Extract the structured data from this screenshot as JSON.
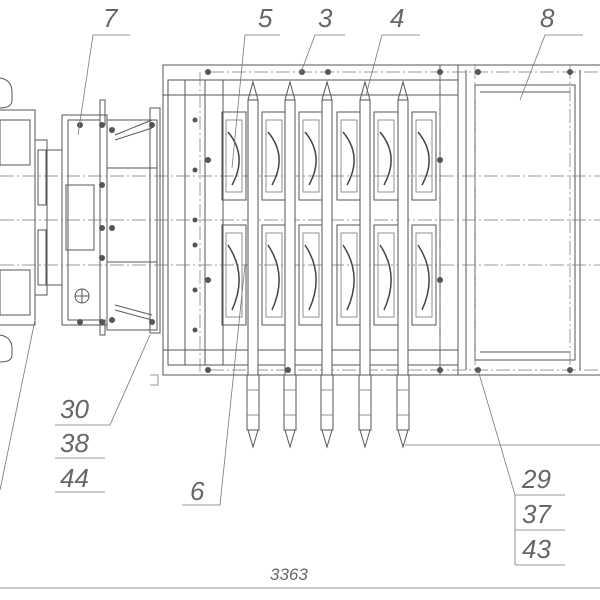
{
  "labels": {
    "l7": "7",
    "l5": "5",
    "l3": "3",
    "l4": "4",
    "l8": "8",
    "l6": "6",
    "l30": "30",
    "l38": "38",
    "l44": "44",
    "l29": "29",
    "l37": "37",
    "l43": "43"
  },
  "dimension": {
    "value": "3363"
  }
}
